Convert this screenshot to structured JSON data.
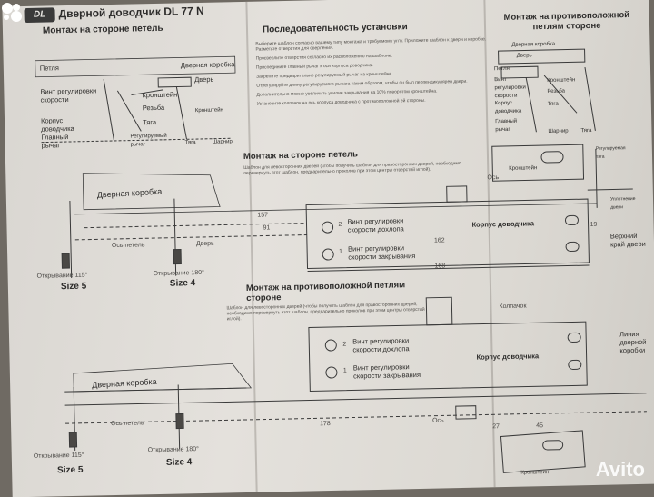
{
  "header": {
    "logo": "DL",
    "title": "Дверной доводчик DL 77 N"
  },
  "left_top": {
    "title": "Монтаж на стороне петель",
    "labels": {
      "loop": "Петля",
      "screw": "Винт регулировки скорости",
      "body": "Корпус доводчика",
      "lever": "Главный рычаг",
      "frame": "Дверная коробка",
      "door": "Дверь",
      "bracket": "Кронштейн",
      "thread": "Резьба",
      "rod": "Тяга",
      "adj_lever": "Регулируемый рычаг",
      "rod2": "Тяга",
      "hinge": "Шарнир",
      "bracket2": "Кронштейн"
    }
  },
  "middle": {
    "title": "Последовательность установки",
    "steps": [
      "Выберите шаблон согласно вашему типу монтажа и требуемому углу. Приложите шаблон к двери и коробке. Разметьте отверстия для сверления.",
      "Просверлите отверстия согласно их расположению на шаблоне.",
      "Присоедините главный рычаг к оси корпуса доводчика.",
      "Закрепите предварительно регулируемый рычаг на кронштейне.",
      "Отрегулируйте длину регулируемого рычага таким образом, чтобы он был перпендикулярен двери.",
      "Дополнительно можно увеличить усилие закрывания на 10% поворотом кронштейна.",
      "Установите колпачок на ось корпуса доводчика с противоположной ей стороны."
    ]
  },
  "right_top": {
    "title": "Монтаж на противоположной петлям стороне",
    "labels": {
      "frame": "Дверная коробка",
      "door": "Дверь",
      "loop": "Петля",
      "screw": "Винт регулировки скорости",
      "bracket": "Кронштейн",
      "thread": "Резьба",
      "rod": "Тяга",
      "body": "Корпус доводчика",
      "lever": "Главный рычаг",
      "hinge": "Шарнир",
      "rod2": "Тяга",
      "bracket_tpl": "Кронштейн",
      "adj": "Регулируемая тяга",
      "seal": "Уплотнение двери"
    }
  },
  "template1": {
    "title": "Монтаж на стороне петель",
    "desc": "Шаблон для левосторонних дверей (чтобы получить шаблон для правосторонних дверей, необходимо перевернуть этот шаблон, предварительно проколов при этом центры отверстий иглой).",
    "frame_label": "Дверная коробка",
    "door_label": "Дверь",
    "loop_axis": "Ось петель",
    "axis": "Ось",
    "dims": [
      "157",
      "91",
      "162",
      "168",
      "19"
    ],
    "open115": "Открывание 115°",
    "open180": "Открывание 180°",
    "size5": "Size 5",
    "size4": "Size 4",
    "screw1": "Винт регулировки скорости дохлопа",
    "screw2": "Винт регулировки скорости закрывания",
    "num1": "2",
    "num2": "1",
    "body": "Корпус доводчика",
    "top_edge": "Верхний край двери"
  },
  "template2": {
    "title": "Монтаж на противоположной петлям стороне",
    "desc": "Шаблон для левосторонних дверей (чтобы получить шаблон для правосторонних дверей, необходимо перевернуть этот шаблон, предварительно проколов при этом центры отверстий иглой).",
    "cap": "Колпачок",
    "screw1": "Винт регулировки скорости дохлопа",
    "screw2": "Винт регулировки скорости закрывания",
    "num1": "2",
    "num2": "1",
    "body": "Корпус доводчика",
    "line": "Линия дверной коробки",
    "frame_label": "Дверная коробка",
    "loop_axis": "Ось петель",
    "axis": "Ось",
    "dims": [
      "178",
      "27",
      "45"
    ],
    "open115": "Открывание 115°",
    "open180": "Открывание 180°",
    "size5": "Size 5",
    "size4": "Size 4",
    "bracket": "Кронштейн"
  },
  "watermark": "Avito"
}
